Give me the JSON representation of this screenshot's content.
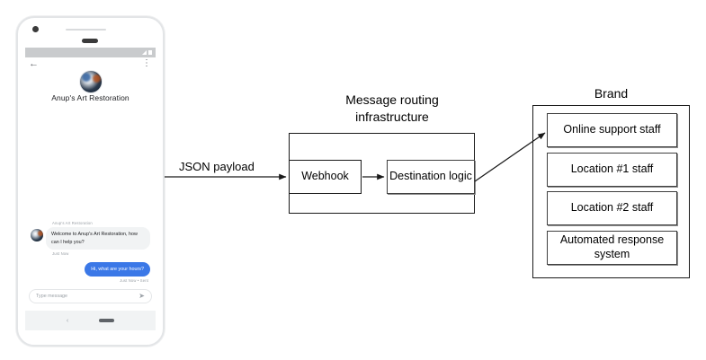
{
  "phone": {
    "status_bar": {
      "signal_icon": "signal-triangle-icon",
      "battery_icon": "battery-icon"
    },
    "app_bar": {
      "back_icon": "back-arrow-icon",
      "overflow_icon": "overflow-menu-icon",
      "avatar": "brand-avatar-image"
    },
    "business_name": "Anup's Art Restoration",
    "conversation": [
      {
        "sender_label": "Anup's Art Restoration",
        "text": "Welcome to Anup's Art Restoration, how can I help you?",
        "timestamp": "Just Now",
        "direction": "incoming"
      },
      {
        "text": "Hi, what are your hours?",
        "timestamp": "Just Now • Sent",
        "direction": "outgoing"
      }
    ],
    "composer": {
      "placeholder": "Type message",
      "send_icon": "send-icon"
    },
    "nav_bar": {
      "back_icon": "nav-back-icon",
      "home_pill": "home-pill-indicator"
    },
    "colors": {
      "outgoing_bubble": "#3b78e7",
      "incoming_bubble": "#f1f3f4",
      "status_bar": "#c9cbcd",
      "nav_bar": "#f1f3f4"
    }
  },
  "diagram": {
    "json_payload_label": "JSON payload",
    "infrastructure": {
      "title": "Message routing infrastructure",
      "nodes": [
        {
          "label": "Webhook"
        },
        {
          "label": "Destination logic"
        }
      ]
    },
    "brand": {
      "title": "Brand",
      "items": [
        {
          "label": "Online support staff"
        },
        {
          "label": "Location #1 staff"
        },
        {
          "label": "Location #2 staff"
        },
        {
          "label": "Automated response system"
        }
      ]
    },
    "arrows": [
      {
        "name": "payload-to-webhook-arrow"
      },
      {
        "name": "webhook-to-destination-arrow"
      },
      {
        "name": "destination-to-brand-arrow"
      }
    ],
    "colors": {
      "stroke": "#1a1a1a",
      "inner_box_border": "#3f3f3f",
      "shadow": "#8d8d8d"
    }
  }
}
